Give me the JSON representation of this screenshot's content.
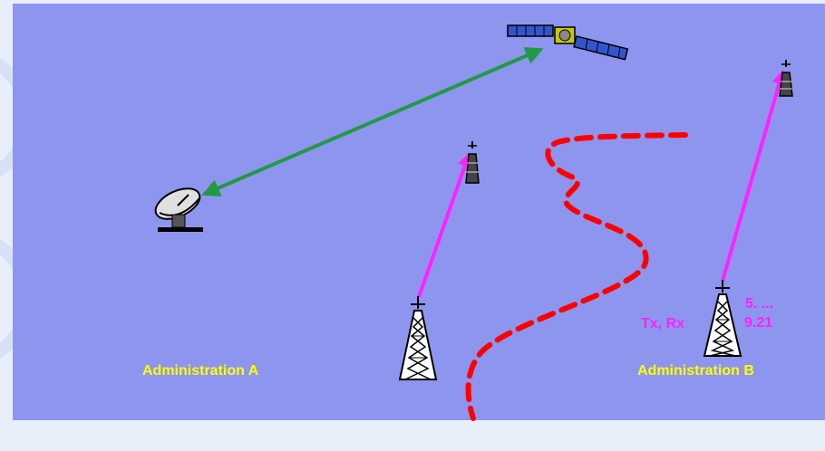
{
  "labels": {
    "administration_a": "Administration A",
    "administration_b": "Administration B",
    "tx_rx": "Tx, Rx",
    "ref_line1": "5. ...",
    "ref_line2": "9.21"
  },
  "colors": {
    "background": "#8e95ee",
    "frame": "#e8eefa",
    "admin_label": "#ffff00",
    "magenta": "#ff22ff",
    "green_link": "#229944",
    "border_dash": "#ff0000"
  },
  "icons": {
    "satellite": "satellite-icon",
    "earth_station": "satellite-dish-icon",
    "tower": "radio-tower-icon"
  }
}
